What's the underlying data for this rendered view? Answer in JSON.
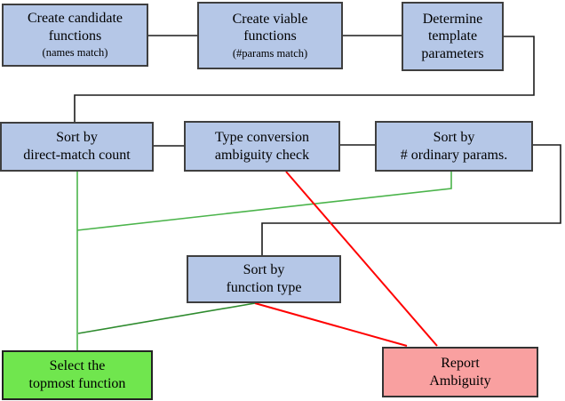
{
  "colors": {
    "node_blue": "#b5c7e7",
    "node_green": "#70e64e",
    "node_pink": "#f9a0a0",
    "border_dark": "#3f3f3f",
    "line_black": "#1c1c1c",
    "line_green": "#4bb44b",
    "line_green_dark": "#2e8b2e",
    "line_red": "#ff0000"
  },
  "nodes": {
    "create_candidate": {
      "line1": "Create candidate",
      "line2": "functions",
      "note": "(names match)"
    },
    "create_viable": {
      "line1": "Create viable",
      "line2": "functions",
      "note": "(#params match)"
    },
    "determine_template": {
      "line1": "Determine",
      "line2": "template",
      "line3": "parameters"
    },
    "sort_direct": {
      "line1": "Sort by",
      "line2": "direct-match count"
    },
    "type_conversion": {
      "line1": "Type conversion",
      "line2": "ambiguity check"
    },
    "sort_ordinary": {
      "line1": "Sort by",
      "line2": "# ordinary params."
    },
    "sort_function_type": {
      "line1": "Sort by",
      "line2": "function type"
    },
    "select_topmost": {
      "line1": "Select the",
      "line2": "topmost function"
    },
    "report_ambiguity": {
      "line1": "Report",
      "line2": "Ambiguity"
    }
  }
}
